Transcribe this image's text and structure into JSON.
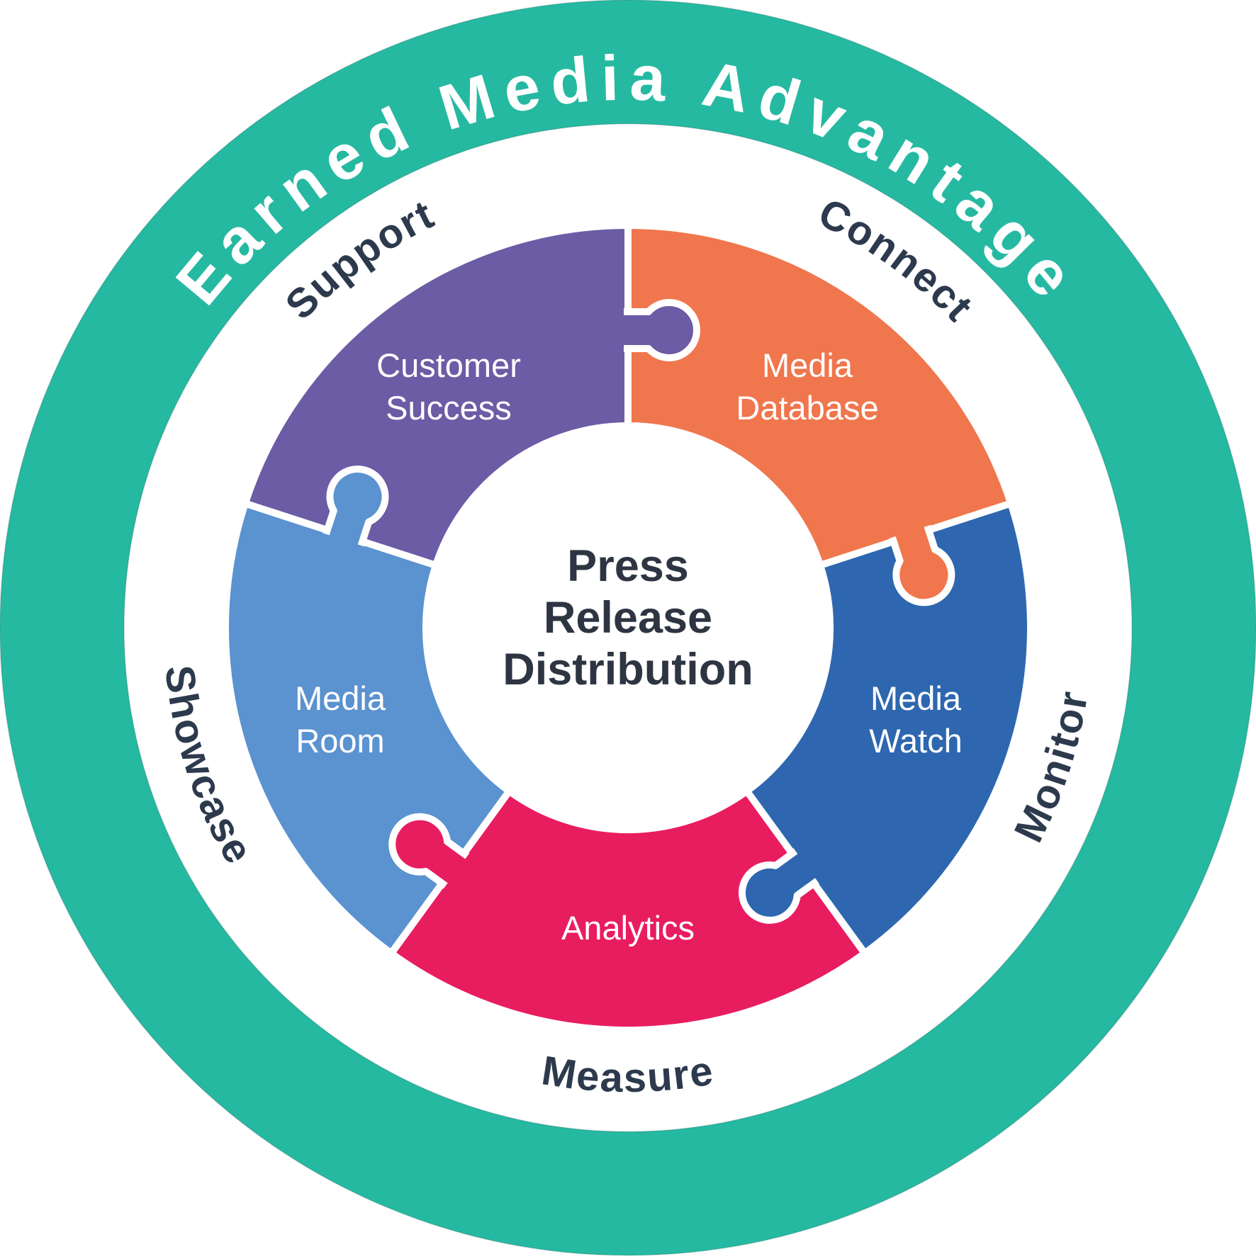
{
  "diagram_title": "Earned Media Advantage",
  "center_text": {
    "lines": [
      "Press",
      "Release",
      "Distribution"
    ]
  },
  "colors": {
    "ring_teal": "#26b9a2",
    "ring_edge": "rgba(0,0,0,0.10)",
    "label_navy": "#2d3a4d",
    "center_navy": "#2e3542",
    "background": "#ffffff"
  },
  "segments": [
    {
      "name": "Media Database",
      "stage": "Connect",
      "color": "#f0764d",
      "lines": [
        "Media",
        "Database"
      ]
    },
    {
      "name": "Media Watch",
      "stage": "Monitor",
      "color": "#2e67af",
      "lines": [
        "Media",
        "Watch"
      ]
    },
    {
      "name": "Analytics",
      "stage": "Measure",
      "color": "#e81d5f",
      "lines": [
        "Analytics"
      ]
    },
    {
      "name": "Media Room",
      "stage": "Showcase",
      "color": "#5b92d0",
      "lines": [
        "Media",
        "Room"
      ]
    },
    {
      "name": "Customer Success",
      "stage": "Support",
      "color": "#6b5ca5",
      "lines": [
        "Customer",
        "Success"
      ]
    }
  ]
}
